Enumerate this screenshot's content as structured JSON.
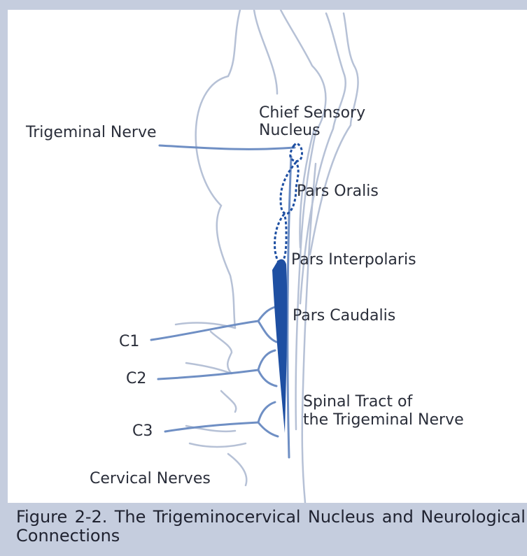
{
  "labels": {
    "chief_sensory_line1": "Chief Sensory",
    "chief_sensory_line2": "Nucleus",
    "trigeminal_nerve": "Trigeminal Nerve",
    "pars_oralis": "Pars Oralis",
    "pars_interpolaris": "Pars Interpolaris",
    "pars_caudalis": "Pars Caudalis",
    "c1": "C1",
    "c2": "C2",
    "c3": "C3",
    "spinal_tract_line1": "Spinal Tract of",
    "spinal_tract_line2": "the Trigeminal Nerve",
    "cervical_nerves": "Cervical Nerves"
  },
  "caption": {
    "words": [
      "Figure",
      "2-2.",
      "The",
      "Trigeminocervical",
      "Nucleus",
      "and",
      "Neurological"
    ],
    "line2": "Connections"
  },
  "colors": {
    "outline": "#b6c1d6",
    "nerve": "#6f8fc4",
    "nucleus": "#1e4fa2",
    "frame": "#c5cdde"
  }
}
